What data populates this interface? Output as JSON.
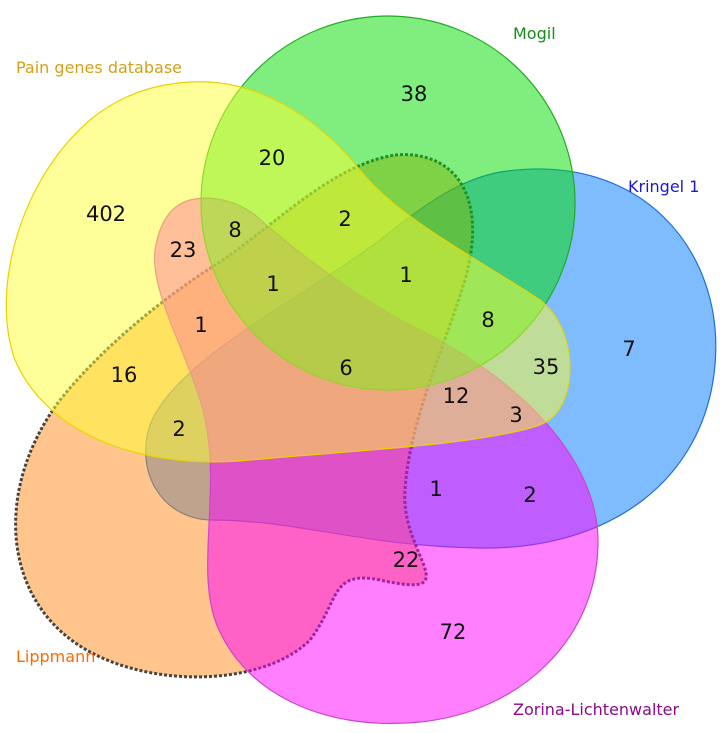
{
  "sets": [
    {
      "key": "pain",
      "name": "Pain genes database",
      "label_color": "#d4a017",
      "fill": "#ffff33",
      "stroke": "#e8d300"
    },
    {
      "key": "mogil",
      "name": "Mogil",
      "label_color": "#1a8a1a",
      "fill": "#00dd00",
      "stroke": "#22aa22"
    },
    {
      "key": "kringel",
      "name": "Kringel 1",
      "label_color": "#1a1acc",
      "fill": "#0077ff",
      "stroke": "#1e6fd9"
    },
    {
      "key": "zorina",
      "name": "Zorina-Lichtenwalter",
      "label_color": "#8a0a8a",
      "fill": "#ff00ff",
      "stroke": "#cc44cc"
    },
    {
      "key": "lippmann",
      "name": "Lippmann",
      "label_color": "#ff6a00",
      "fill": "#ff8c1a",
      "stroke": "#444444"
    }
  ],
  "regions": [
    {
      "id": "pain-only",
      "count": "402"
    },
    {
      "id": "mogil-only",
      "count": "38"
    },
    {
      "id": "kringel-only",
      "count": "7"
    },
    {
      "id": "zorina-only",
      "count": "72"
    },
    {
      "id": "lippmann-only",
      "count": "16"
    },
    {
      "id": "pain-mogil",
      "count": "20"
    },
    {
      "id": "pain-zorina",
      "count": "23"
    },
    {
      "id": "pain-mogil-zorina",
      "count": "8"
    },
    {
      "id": "mogil-lippmann",
      "count": "2"
    },
    {
      "id": "mogil-kringel-lippmann",
      "count": "1"
    },
    {
      "id": "pain-mogil-zorina-lippmann",
      "count": "1"
    },
    {
      "id": "pain-zorina-lippmann",
      "count": "1"
    },
    {
      "id": "all-five",
      "count": "6"
    },
    {
      "id": "mogil-kringel",
      "count": "8"
    },
    {
      "id": "pain-mogil-kringel",
      "count": "35"
    },
    {
      "id": "kringel-zorina-lippmann-pain",
      "count": "12"
    },
    {
      "id": "pain-kringel-zorina",
      "count": "3"
    },
    {
      "id": "pain-kringel-lippmann",
      "count": "2"
    },
    {
      "id": "kringel-zorina-lippmann",
      "count": "1"
    },
    {
      "id": "kringel-zorina",
      "count": "2"
    },
    {
      "id": "zorina-lippmann",
      "count": "22"
    }
  ]
}
